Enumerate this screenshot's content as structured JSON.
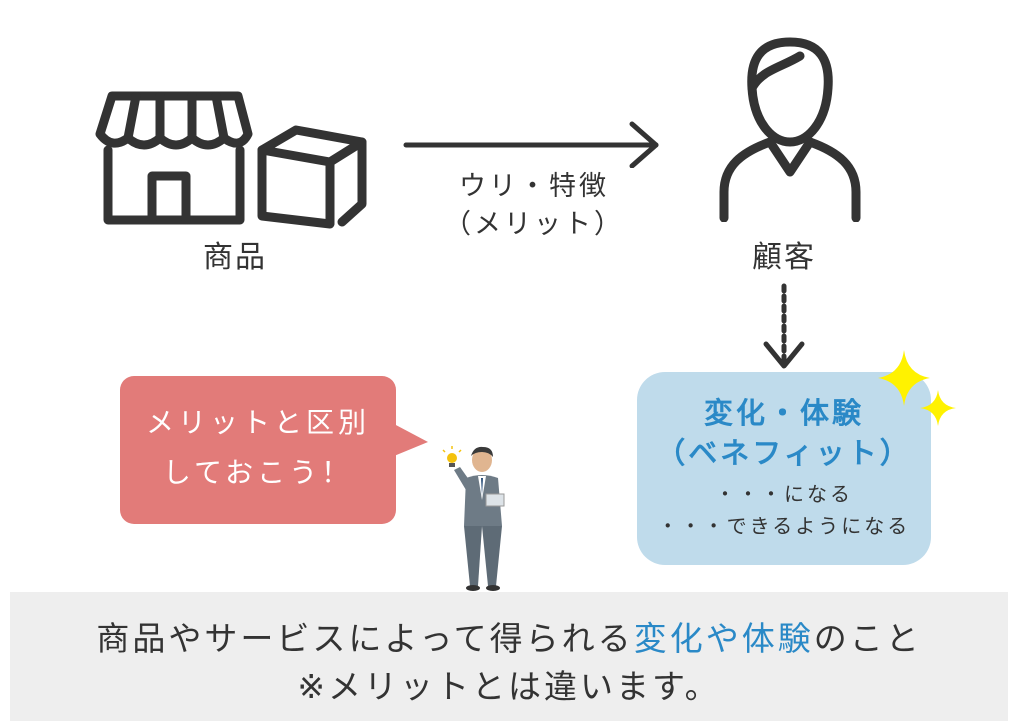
{
  "diagram": {
    "shop_label": "商品",
    "customer_label": "顧客",
    "arrow_label_line1": "ウリ・特徴",
    "arrow_label_line2": "（メリット）",
    "speech": {
      "line1": "メリットと区別",
      "line2": "しておこう！"
    },
    "benefit": {
      "title_line1": "変化・体験",
      "title_line2": "（ベネフィット）",
      "line3": "・・・になる",
      "line4": "・・・できるようになる"
    },
    "bottom": {
      "line1_part1": "商品やサービスによって得られる",
      "line1_highlight1": "変化",
      "line1_part2": "や",
      "line1_highlight2": "体験",
      "line1_part3": "のこと",
      "line2": "※メリットとは違います。"
    },
    "colors": {
      "accent_blue": "#2a89c7",
      "benefit_bg": "#bfdbeb",
      "speech_bg": "#e27b79",
      "bottom_bg": "#eeeeee",
      "star": "#fff200"
    }
  }
}
